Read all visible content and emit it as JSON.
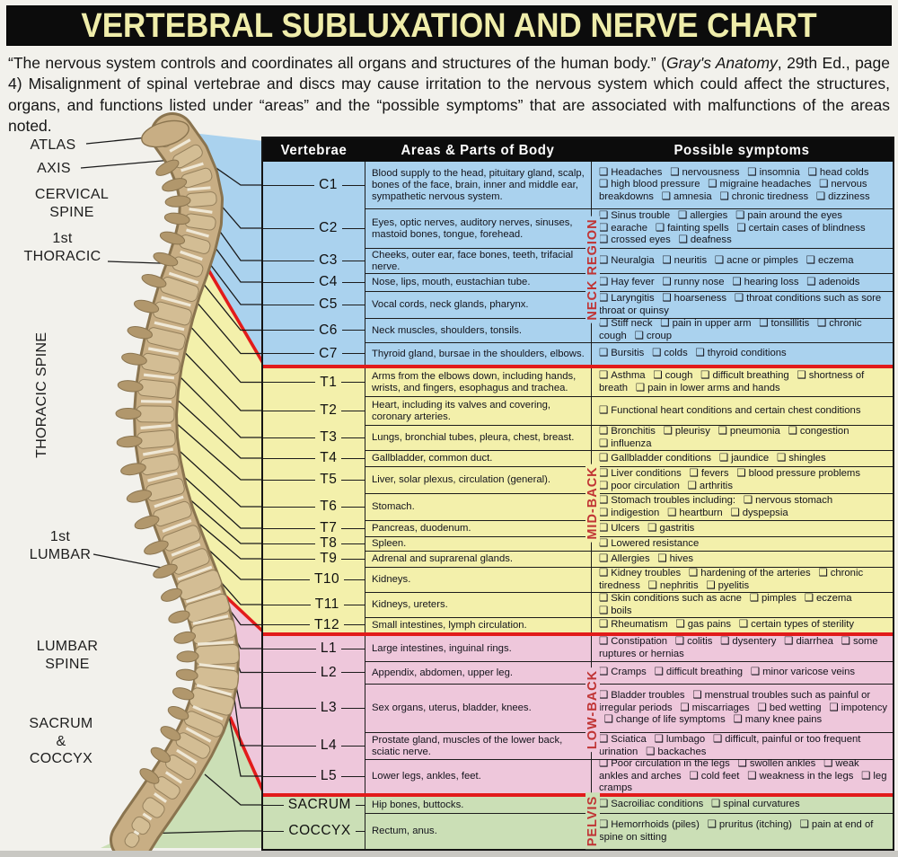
{
  "title": "VERTEBRAL SUBLUXATION AND NERVE CHART",
  "intro": {
    "part1": "“The nervous system controls and coordinates all organs and structures of the human body.” (",
    "italic": "Gray's Anatomy",
    "part2": ", 29th Ed., page 4) Misalignment of spinal vertebrae and discs may cause irritation to the nervous system which could affect the structures, organs, and functions listed under “areas” and the “possible symptoms” that are associated with malfunctions of the areas noted."
  },
  "spine_labels": [
    {
      "id": "atlas",
      "text": "ATLAS"
    },
    {
      "id": "axis",
      "text": "AXIS"
    },
    {
      "id": "cervical-spine",
      "text": "CERVICAL\nSPINE"
    },
    {
      "id": "first-thoracic",
      "text": "1st\nTHORACIC"
    },
    {
      "id": "thoracic-spine",
      "text": "THORACIC SPINE"
    },
    {
      "id": "first-lumbar",
      "text": "1st\nLUMBAR"
    },
    {
      "id": "lumbar-spine",
      "text": "LUMBAR\nSPINE"
    },
    {
      "id": "sacrum-coccyx",
      "text": "SACRUM\n&\nCOCCYX"
    }
  ],
  "table": {
    "headers": [
      "Vertebrae",
      "Areas & Parts of Body",
      "Possible symptoms"
    ],
    "checkbox_glyph": "❑",
    "regions": [
      {
        "name": "NECK REGION",
        "color": "#aad2ee",
        "rows": [
          {
            "vertebra": "C1",
            "areas": "Blood supply to the head, pituitary gland, scalp, bones of the face, brain, inner and middle ear, sympathetic nervous system.",
            "symptoms": [
              "Headaches",
              "nervousness",
              "insomnia",
              "head colds",
              "high blood pressure",
              "migraine headaches",
              "nervous breakdowns",
              "amnesia",
              "chronic tiredness",
              "dizziness"
            ]
          },
          {
            "vertebra": "C2",
            "areas": "Eyes, optic nerves, auditory nerves, sinuses, mastoid bones, tongue, forehead.",
            "symptoms": [
              "Sinus trouble",
              "allergies",
              "pain around the eyes",
              "earache",
              "fainting spells",
              "certain cases of blindness",
              "crossed eyes",
              "deafness"
            ]
          },
          {
            "vertebra": "C3",
            "areas": "Cheeks, outer ear, face bones, teeth, trifacial nerve.",
            "symptoms": [
              "Neuralgia",
              "neuritis",
              "acne or pimples",
              "eczema"
            ]
          },
          {
            "vertebra": "C4",
            "areas": "Nose, lips, mouth, eustachian tube.",
            "symptoms": [
              "Hay fever",
              "runny nose",
              "hearing loss",
              "adenoids"
            ]
          },
          {
            "vertebra": "C5",
            "areas": "Vocal cords, neck glands, pharynx.",
            "symptoms": [
              "Laryngitis",
              "hoarseness",
              "throat conditions such as sore throat or quinsy"
            ]
          },
          {
            "vertebra": "C6",
            "areas": "Neck muscles, shoulders, tonsils.",
            "symptoms": [
              "Stiff neck",
              "pain in upper arm",
              "tonsillitis",
              "chronic cough",
              "croup"
            ]
          },
          {
            "vertebra": "C7",
            "areas": "Thyroid gland, bursae in the shoulders, elbows.",
            "symptoms": [
              "Bursitis",
              "colds",
              "thyroid conditions"
            ]
          }
        ]
      },
      {
        "name": "MID-BACK",
        "color": "#f3f0ab",
        "rows": [
          {
            "vertebra": "T1",
            "areas": "Arms from the elbows down, including hands, wrists, and fingers, esophagus and trachea.",
            "symptoms": [
              "Asthma",
              "cough",
              "difficult breathing",
              "shortness of breath",
              "pain in lower arms and hands"
            ]
          },
          {
            "vertebra": "T2",
            "areas": "Heart, including its valves and covering, coronary arteries.",
            "symptoms": [
              "Functional heart conditions and certain chest conditions"
            ]
          },
          {
            "vertebra": "T3",
            "areas": "Lungs, bronchial tubes, pleura, chest, breast.",
            "symptoms": [
              "Bronchitis",
              "pleurisy",
              "pneumonia",
              "congestion",
              "influenza"
            ]
          },
          {
            "vertebra": "T4",
            "areas": "Gallbladder, common duct.",
            "symptoms": [
              "Gallbladder conditions",
              "jaundice",
              "shingles"
            ]
          },
          {
            "vertebra": "T5",
            "areas": "Liver, solar plexus, circulation (general).",
            "symptoms": [
              "Liver conditions",
              "fevers",
              "blood pressure problems",
              "poor circulation",
              "arthritis"
            ]
          },
          {
            "vertebra": "T6",
            "areas": "Stomach.",
            "symptoms": [
              "Stomach troubles including:",
              "nervous stomach",
              "indigestion",
              "heartburn",
              "dyspepsia"
            ]
          },
          {
            "vertebra": "T7",
            "areas": "Pancreas, duodenum.",
            "symptoms": [
              "Ulcers",
              "gastritis"
            ]
          },
          {
            "vertebra": "T8",
            "areas": "Spleen.",
            "symptoms": [
              "Lowered resistance"
            ]
          },
          {
            "vertebra": "T9",
            "areas": "Adrenal and suprarenal glands.",
            "symptoms": [
              "Allergies",
              "hives"
            ]
          },
          {
            "vertebra": "T10",
            "areas": "Kidneys.",
            "symptoms": [
              "Kidney troubles",
              "hardening of the arteries",
              "chronic tiredness",
              "nephritis",
              "pyelitis"
            ]
          },
          {
            "vertebra": "T11",
            "areas": "Kidneys, ureters.",
            "symptoms": [
              "Skin conditions such as acne",
              "pimples",
              "eczema",
              "boils"
            ]
          },
          {
            "vertebra": "T12",
            "areas": "Small intestines, lymph circulation.",
            "symptoms": [
              "Rheumatism",
              "gas pains",
              "certain types of sterility"
            ]
          }
        ]
      },
      {
        "name": "LOW-BACK",
        "color": "#eec7db",
        "rows": [
          {
            "vertebra": "L1",
            "areas": "Large intestines, inguinal rings.",
            "symptoms": [
              "Constipation",
              "colitis",
              "dysentery",
              "diarrhea",
              "some ruptures or hernias"
            ]
          },
          {
            "vertebra": "L2",
            "areas": "Appendix, abdomen, upper leg.",
            "symptoms": [
              "Cramps",
              "difficult breathing",
              "minor varicose veins"
            ]
          },
          {
            "vertebra": "L3",
            "areas": "Sex organs, uterus, bladder, knees.",
            "symptoms": [
              "Bladder troubles",
              "menstrual troubles such as painful or irregular periods",
              "miscarriages",
              "bed wetting",
              "impotency",
              "change of life symptoms",
              "many knee pains"
            ]
          },
          {
            "vertebra": "L4",
            "areas": "Prostate gland, muscles of the lower back, sciatic nerve.",
            "symptoms": [
              "Sciatica",
              "lumbago",
              "difficult, painful or too frequent urination",
              "backaches"
            ]
          },
          {
            "vertebra": "L5",
            "areas": "Lower legs, ankles, feet.",
            "symptoms": [
              "Poor circulation in the legs",
              "swollen ankles",
              "weak ankles and arches",
              "cold feet",
              "weakness in the legs",
              "leg cramps"
            ]
          }
        ]
      },
      {
        "name": "PELVIS",
        "color": "#cbdfb6",
        "rows": [
          {
            "vertebra": "SACRUM",
            "areas": "Hip bones, buttocks.",
            "symptoms": [
              "Sacroiliac conditions",
              "spinal curvatures"
            ]
          },
          {
            "vertebra": "COCCYX",
            "areas": "Rectum, anus.",
            "symptoms": [
              "Hemorrhoids (piles)",
              "pruritus (itching)",
              "pain at end of spine on sitting"
            ]
          }
        ]
      }
    ]
  }
}
